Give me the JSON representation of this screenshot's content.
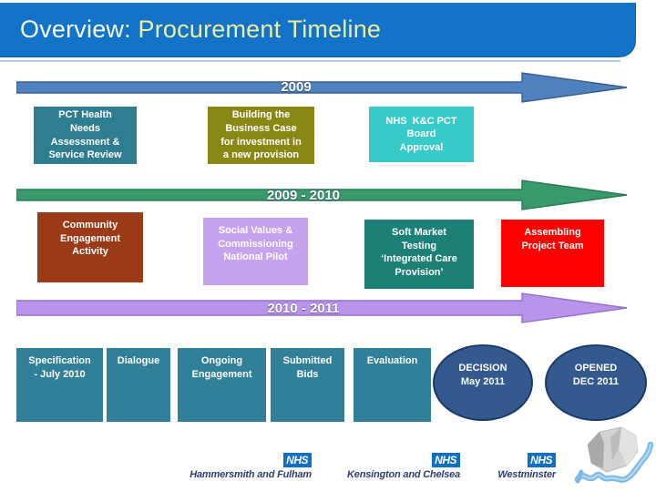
{
  "title": {
    "prefix": "Overview: ",
    "highlight": "Procurement Timeline",
    "bar_color": "#1273C8",
    "highlight_color": "#EDEE9C"
  },
  "timeline": {
    "phases": [
      {
        "label": "2009",
        "arrow_color": "#4E81BE",
        "arrow_border": "#3A5F8F",
        "boxes": [
          {
            "label": "PCT Health\nNeeds\nAssessment &\nService Review",
            "color": "#2E7D91"
          },
          {
            "label": "Building the\nBusiness Case\nfor investment in\na new provision",
            "color": "#8A8815"
          },
          {
            "label": "NHS  K&C PCT\nBoard\nApproval",
            "color": "#38C9C9"
          }
        ]
      },
      {
        "label": "2009 - 2010",
        "arrow_color": "#389A6C",
        "arrow_border": "#2B7A55",
        "boxes": [
          {
            "label": "Community\nEngagement\nActivity",
            "color": "#9A3A16"
          },
          {
            "label": "Social Values &\nCommissioning\nNational Pilot",
            "color": "#C6A3EC"
          },
          {
            "label": "Soft Market\nTesting\n‘Integrated Care\nProvision’",
            "color": "#1C8077"
          },
          {
            "label": "Assembling\nProject Team",
            "color": "#FE0000"
          }
        ]
      },
      {
        "label": "2010 - 2011",
        "arrow_color": "#B894EC",
        "arrow_border": "#9671C9",
        "boxes": [
          {
            "label": "Specification\n- July 2010",
            "color": "#30809A"
          },
          {
            "label": "Dialogue",
            "color": "#30809A"
          },
          {
            "label": "Ongoing\nEngagement",
            "color": "#30809A"
          },
          {
            "label": "Submitted\nBids",
            "color": "#30809A"
          },
          {
            "label": "Evaluation",
            "color": "#30809A"
          }
        ],
        "milestones": [
          {
            "label": "DECISION\nMay 2011",
            "color": "#33598F"
          },
          {
            "label": "OPENED\nDEC 2011",
            "color": "#33598F"
          }
        ]
      }
    ]
  },
  "footer": {
    "logos": [
      {
        "brand": "NHS",
        "name": "Hammersmith and Fulham"
      },
      {
        "brand": "NHS",
        "name": "Kensington and Chelsea"
      },
      {
        "brand": "NHS",
        "name": "Westminster"
      }
    ]
  }
}
